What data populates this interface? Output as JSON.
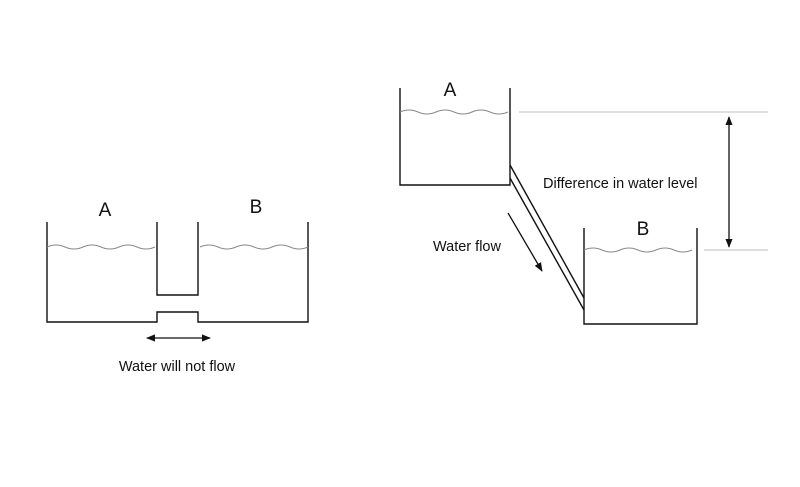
{
  "left_diagram": {
    "tank_a_label": "A",
    "tank_b_label": "B",
    "caption": "Water will not flow"
  },
  "right_diagram": {
    "tank_a_label": "A",
    "tank_b_label": "B",
    "flow_label": "Water flow",
    "level_label": "Difference in water level"
  },
  "colors": {
    "stroke": "#111111",
    "water_surface": "#888888",
    "guide_line": "#aaaaaa"
  }
}
